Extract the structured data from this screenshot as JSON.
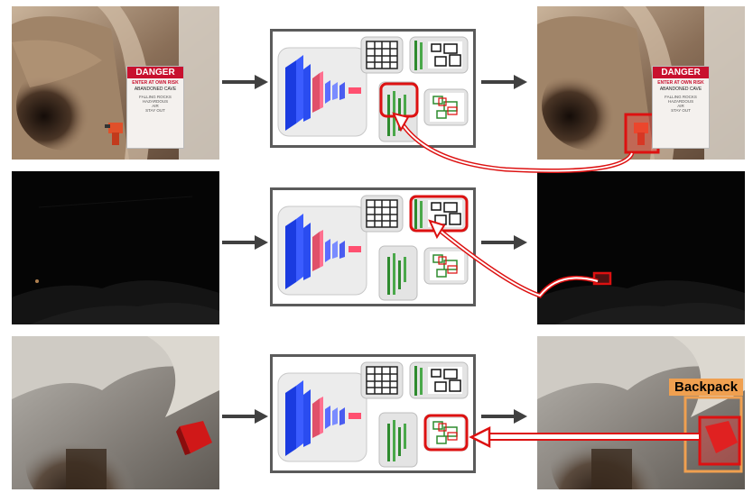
{
  "rows": [
    {
      "input_image": "mine-tunnel-with-danger-sign-and-drill",
      "output_image": "mine-tunnel-with-detected-drill",
      "detected_label": "",
      "sign": {
        "title": "DANGER",
        "line1": "ENTER AT OWN RISK",
        "line2": "ABANDONED CAVE",
        "body": [
          "FALLING ROCKS",
          "HAZARDOUS",
          "AIR",
          "STAY OUT"
        ]
      }
    },
    {
      "input_image": "dark-tunnel-with-faint-object",
      "output_image": "dark-tunnel-with-detected-object",
      "detected_label": ""
    },
    {
      "input_image": "rocky-tunnel-with-red-backpack",
      "output_image": "rocky-tunnel-with-detected-backpack",
      "detected_label": "Backpack"
    }
  ],
  "colors": {
    "highlight": "#dd1111",
    "label_bg": "#f0a050",
    "box_border": "#5b5b5b",
    "arrow": "#404040"
  }
}
